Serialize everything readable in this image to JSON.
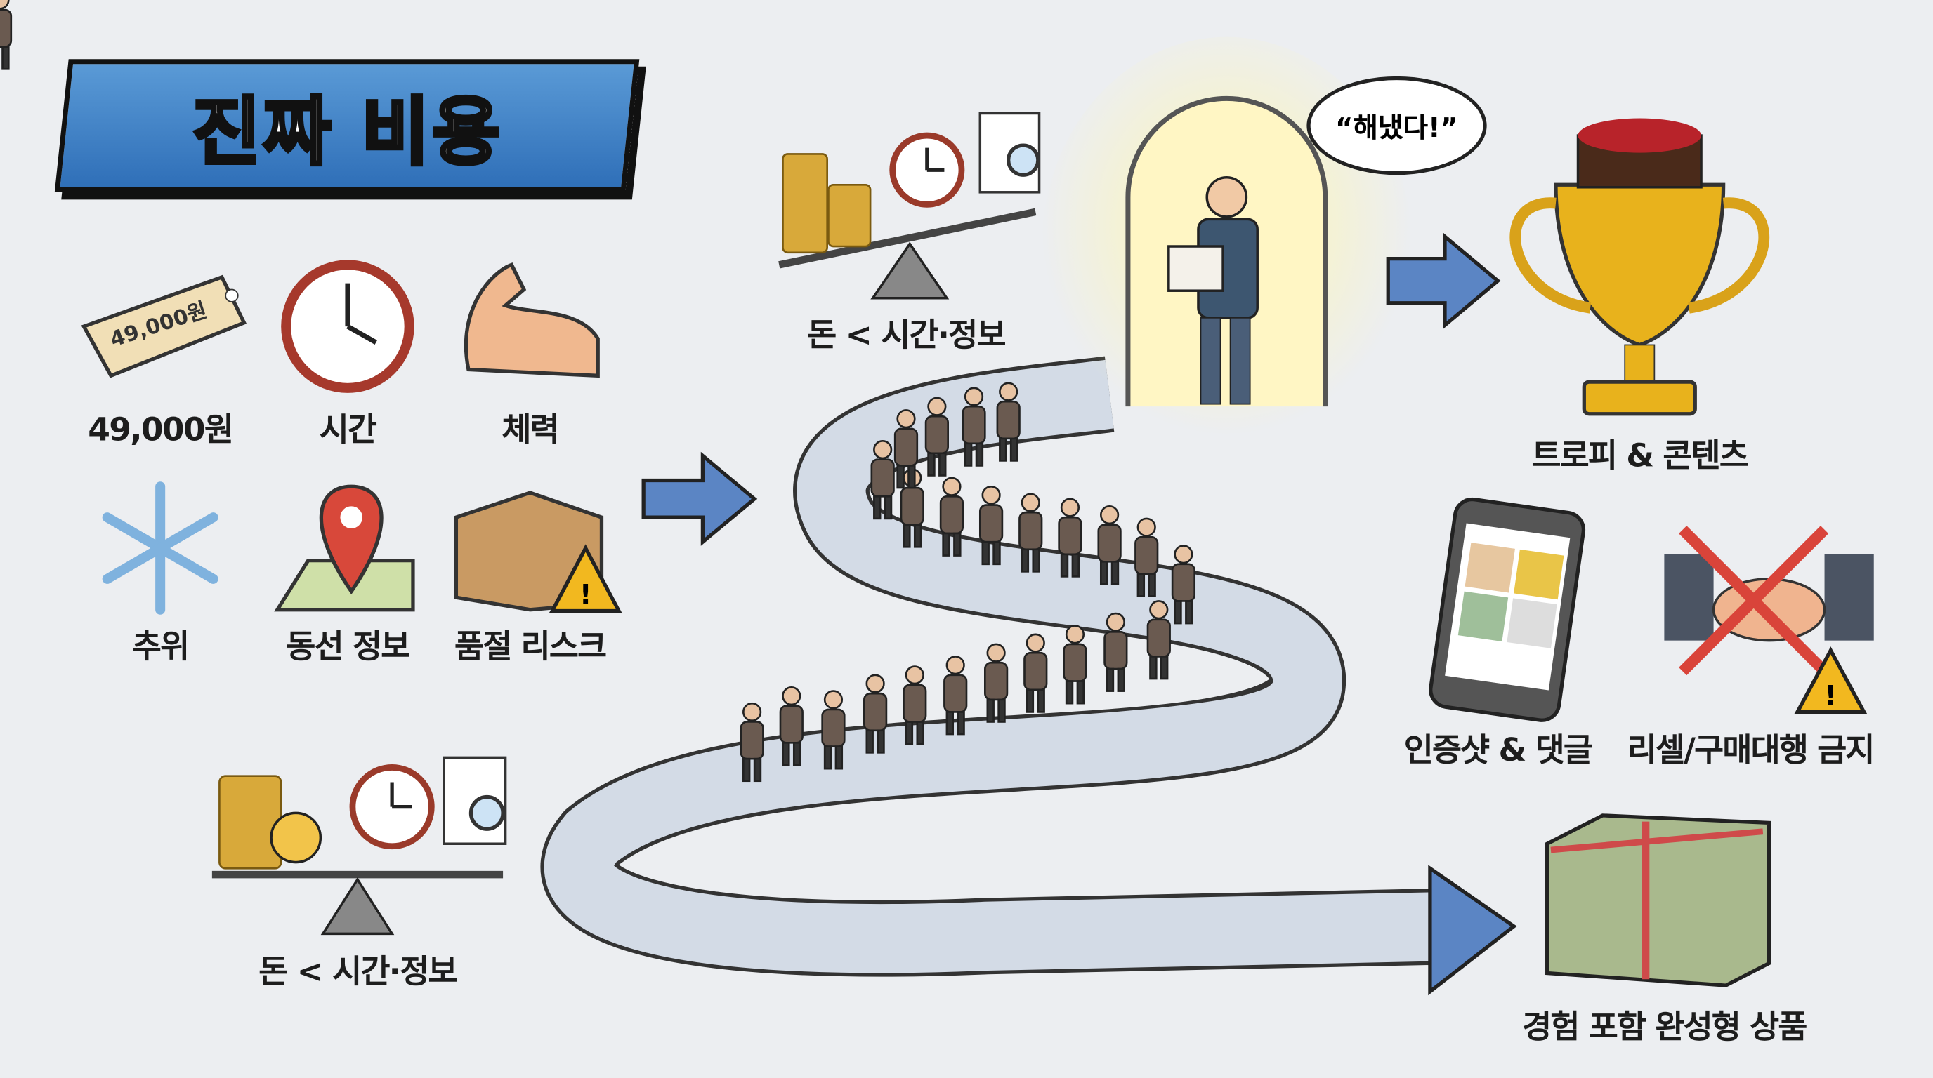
{
  "title": "진짜 비용",
  "costs": [
    {
      "label": "49,000원",
      "icon": "price-tag-icon",
      "tag_text": "49,000원"
    },
    {
      "label": "시간",
      "icon": "clock-icon"
    },
    {
      "label": "체력",
      "icon": "muscle-arm-icon"
    },
    {
      "label": "추위",
      "icon": "snowflake-icon"
    },
    {
      "label": "동선 정보",
      "icon": "map-pin-icon"
    },
    {
      "label": "품절 리스크",
      "icon": "empty-box-warning-icon"
    }
  ],
  "balance_top": "돈 < 시간·정보",
  "balance_bottom": "돈 < 시간·정보",
  "speech": "“해냈다!”",
  "outcomes": {
    "trophy": "트로피 & 콘텐츠",
    "photo": "인증샷 & 댓글",
    "resale": "리셀/구매대행 금지",
    "product": "경험 포함 완성형 상품"
  },
  "colors": {
    "arrow": "#5b85c4",
    "title_bg": "#3f7fc4",
    "road": "#cdd6e2",
    "warning": "#f2b81f",
    "cross": "#d9443a"
  }
}
